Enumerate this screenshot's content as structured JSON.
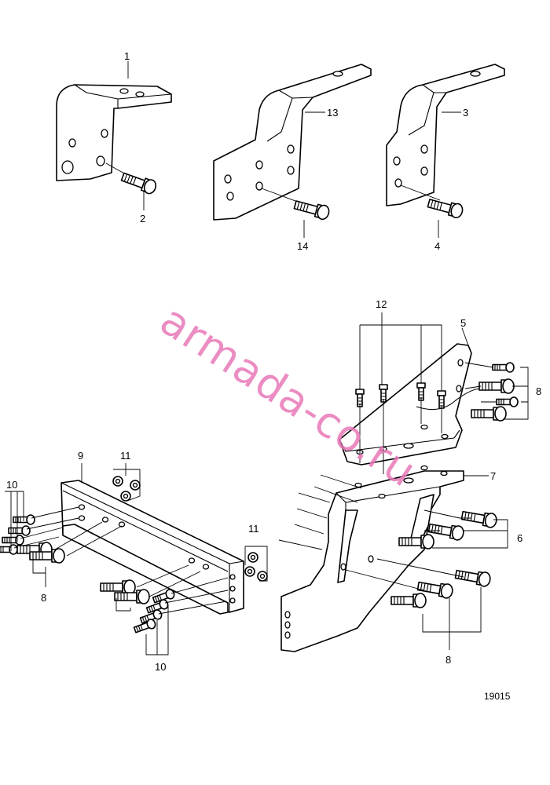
{
  "callouts": {
    "c1": "1",
    "c2": "2",
    "c3": "3",
    "c4": "4",
    "c5": "5",
    "c6": "6",
    "c7": "7",
    "c8a": "8",
    "c8b": "8",
    "c8c": "8",
    "c9": "9",
    "c10a": "10",
    "c10b": "10",
    "c11a": "11",
    "c11b": "11",
    "c12": "12",
    "c13": "13",
    "c14": "14"
  },
  "drawing_number": "19015",
  "watermark": "armada-co.ru",
  "colors": {
    "line": "#000000",
    "background": "#ffffff",
    "watermark": "#e879b8"
  }
}
